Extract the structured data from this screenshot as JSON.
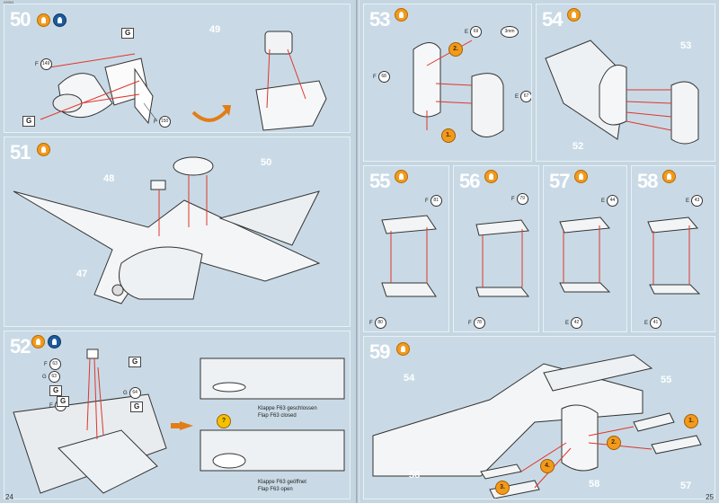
{
  "kit_code": "03953",
  "pages": {
    "left": "24",
    "right": "25"
  },
  "steps": {
    "s50": {
      "number": "50",
      "refs": [
        {
          "code": "F",
          "num": "149"
        },
        {
          "code": "F",
          "num": "150"
        }
      ],
      "flags": [
        "G",
        "G"
      ],
      "part_label": "49"
    },
    "s51": {
      "number": "51",
      "labels": [
        "48",
        "50",
        "47"
      ]
    },
    "s52": {
      "number": "52",
      "refs": [
        {
          "code": "F",
          "num": "63"
        },
        {
          "code": "G",
          "num": "63"
        },
        {
          "code": "G",
          "num": "64"
        },
        {
          "code": "F",
          "num": "64"
        }
      ],
      "flags": [
        "G",
        "G",
        "G",
        "G"
      ],
      "caption_closed": [
        "Klappe F63 geschlossen",
        "Flap F63 closed"
      ],
      "caption_open": [
        "Klappe F63 geöffnet",
        "Flap F63 open"
      ],
      "question": "?"
    },
    "s53": {
      "number": "53",
      "refs": [
        {
          "code": "E",
          "num": "69"
        },
        {
          "code": "F",
          "num": "68"
        },
        {
          "code": "E",
          "num": "67"
        }
      ],
      "order": [
        "2.",
        "1."
      ],
      "scale": "3mm"
    },
    "s54": {
      "number": "54",
      "labels": [
        "53",
        "52"
      ]
    },
    "s55": {
      "number": "55",
      "refs": [
        {
          "code": "F",
          "num": "81"
        },
        {
          "code": "F",
          "num": "80"
        }
      ]
    },
    "s56": {
      "number": "56",
      "refs": [
        {
          "code": "F",
          "num": "79"
        },
        {
          "code": "F",
          "num": "78"
        }
      ]
    },
    "s57": {
      "number": "57",
      "refs": [
        {
          "code": "E",
          "num": "44"
        },
        {
          "code": "E",
          "num": "42"
        }
      ]
    },
    "s58": {
      "number": "58",
      "refs": [
        {
          "code": "E",
          "num": "43"
        },
        {
          "code": "E",
          "num": "41"
        }
      ]
    },
    "s59": {
      "number": "59",
      "labels": [
        "54",
        "55",
        "56",
        "58",
        "57"
      ],
      "order": [
        "1.",
        "2.",
        "3.",
        "4."
      ]
    }
  },
  "icons": [
    "glue-icon",
    "paint-icon",
    "sticker-icon"
  ],
  "colors": {
    "panel": "#c9dae6",
    "badge": "#f29a1c",
    "arrow": "#e0352b",
    "line": "#444444"
  }
}
